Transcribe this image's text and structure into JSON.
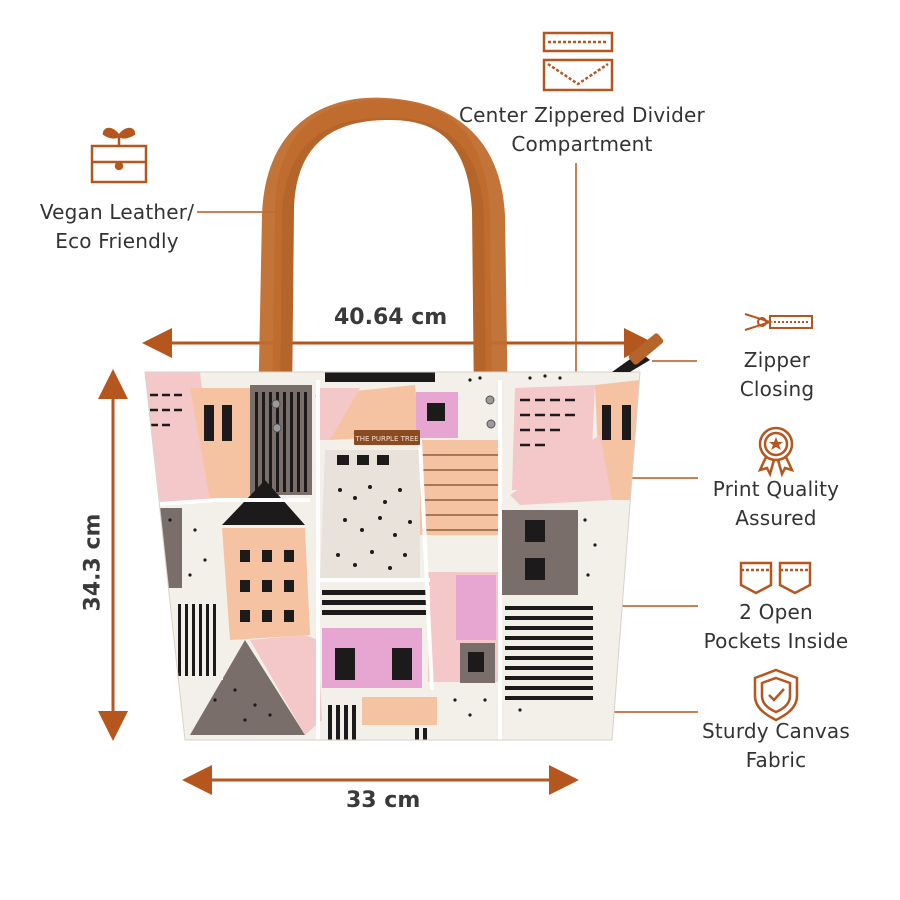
{
  "colors": {
    "accent": "#b5561f",
    "text": "#333333",
    "handle": "#b5652a",
    "pink": "#f4c7c9",
    "peach": "#f6c3a2",
    "lilac": "#e7a6d2",
    "taupe": "#7a6e6a",
    "cream": "#f3efe9",
    "black": "#1c1a1a"
  },
  "brand_tag": "THE PURPLE TREE",
  "dimensions": {
    "top_width": "40.64 cm",
    "height": "34.3 cm",
    "bottom_width": "33 cm"
  },
  "features": [
    {
      "icon": "zippered-divider-icon",
      "line1": "Center Zippered Divider",
      "line2": "Compartment"
    },
    {
      "icon": "vegan-leather-icon",
      "line1": "Vegan Leather/",
      "line2": "Eco Friendly"
    },
    {
      "icon": "zipper-icon",
      "line1": "Zipper",
      "line2": "Closing"
    },
    {
      "icon": "quality-badge-icon",
      "line1": "Print Quality",
      "line2": "Assured"
    },
    {
      "icon": "pockets-icon",
      "line1": "2 Open",
      "line2": "Pockets Inside"
    },
    {
      "icon": "shield-icon",
      "line1": "Sturdy Canvas",
      "line2": "Fabric"
    }
  ]
}
